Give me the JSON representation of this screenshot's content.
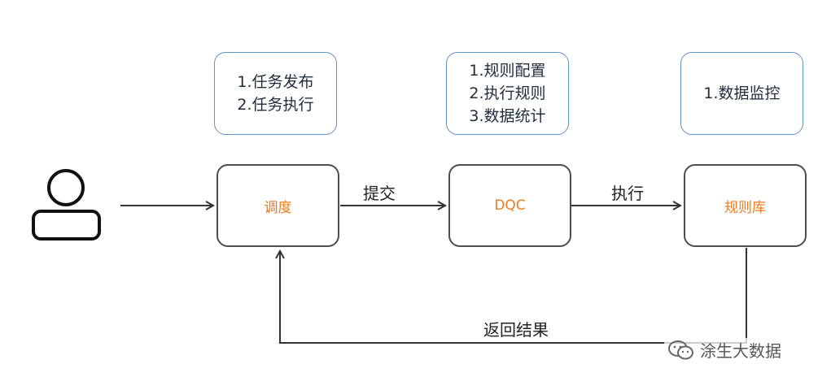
{
  "notes": {
    "scheduler": [
      "1.任务发布",
      "2.任务执行"
    ],
    "dqc": [
      "1.规则配置",
      "2.执行规则",
      "3.数据统计"
    ],
    "rulebase": [
      "1.数据监控"
    ]
  },
  "nodes": {
    "scheduler": "调度",
    "dqc": "DQC",
    "rulebase": "规则库"
  },
  "edges": {
    "submit": "提交",
    "execute": "执行",
    "return_result": "返回结果"
  },
  "watermark": {
    "text": "涂生大数据",
    "icon": "wechat-icon"
  },
  "colors": {
    "note_border": "#5f93c2",
    "node_text": "#f07a1a",
    "arrow": "#333333"
  }
}
